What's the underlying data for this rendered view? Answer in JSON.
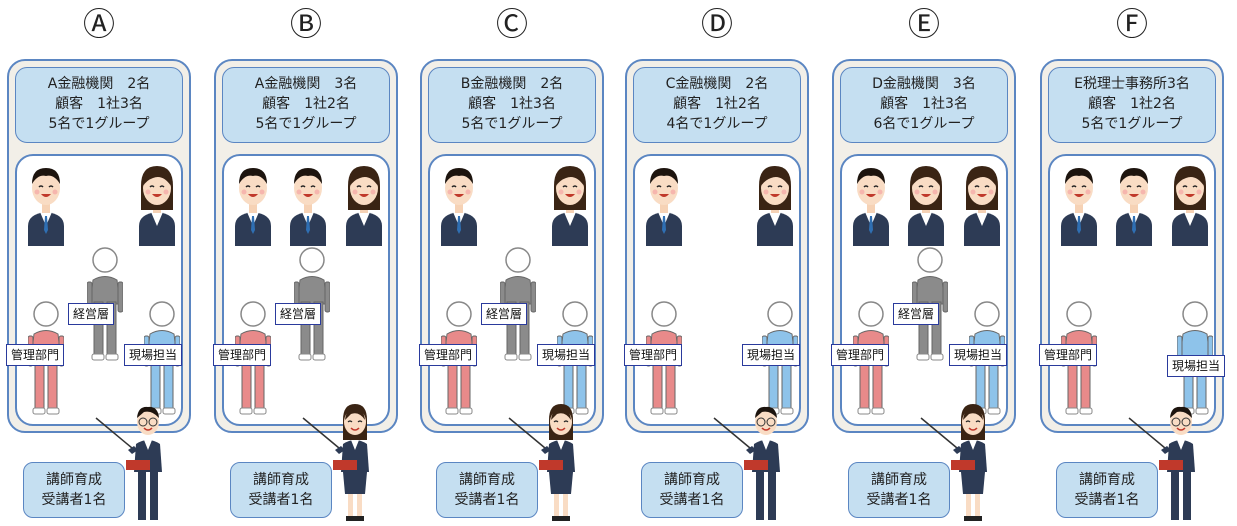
{
  "groups": [
    {
      "letter": "Ⓐ",
      "line1": "A金融機関　2名",
      "line2": "顧客　1社3名",
      "line3": "5名で1グループ",
      "top": [
        "man",
        "empty",
        "woman"
      ],
      "labels": {
        "exec": "経営層",
        "admin": "管理部門",
        "field": "現場担当"
      },
      "lecturer": "man",
      "bottom1": "講師育成",
      "bottom2": "受講者1名"
    },
    {
      "letter": "Ⓑ",
      "line1": "A金融機関　3名",
      "line2": "顧客　1社2名",
      "line3": "5名で1グループ",
      "top": [
        "man",
        "man",
        "woman"
      ],
      "labels": {
        "exec": "経営層",
        "admin": "管理部門",
        "field": ""
      },
      "lecturer": "woman",
      "bottom1": "講師育成",
      "bottom2": "受講者1名"
    },
    {
      "letter": "Ⓒ",
      "line1": "B金融機関　2名",
      "line2": "顧客　1社3名",
      "line3": "5名で1グループ",
      "top": [
        "man",
        "empty",
        "woman"
      ],
      "labels": {
        "exec": "経営層",
        "admin": "管理部門",
        "field": "現場担当"
      },
      "lecturer": "woman",
      "bottom1": "講師育成",
      "bottom2": "受講者1名"
    },
    {
      "letter": "Ⓓ",
      "line1": "C金融機関　2名",
      "line2": "顧客　1社2名",
      "line3": "4名で1グループ",
      "top": [
        "man",
        "empty",
        "woman"
      ],
      "labels": {
        "exec": "",
        "admin": "管理部門",
        "field": "現場担当"
      },
      "lecturer": "man",
      "bottom1": "講師育成",
      "bottom2": "受講者1名"
    },
    {
      "letter": "Ⓔ",
      "line1": "D金融機関　3名",
      "line2": "顧客　1社3名",
      "line3": "6名で1グループ",
      "top": [
        "man",
        "woman",
        "woman"
      ],
      "labels": {
        "exec": "経営層",
        "admin": "管理部門",
        "field": "現場担当"
      },
      "lecturer": "woman",
      "bottom1": "講師育成",
      "bottom2": "受講者1名"
    },
    {
      "letter": "Ⓕ",
      "line1": "E税理士事務所3名",
      "line2": "顧客　1社2名",
      "line3": "5名で1グループ",
      "top": [
        "man",
        "man",
        "woman"
      ],
      "labels": {
        "exec": "",
        "admin": "管理部門",
        "field": "現場担当"
      },
      "lecturer": "man",
      "bottom1": "講師育成",
      "bottom2": "受講者1名"
    }
  ],
  "colors": {
    "border": "#5b86c2",
    "panel": "#c5dff1",
    "outer": "#f2efe8",
    "suit": "#2d3b55",
    "admin": "#e88a8a",
    "field": "#8ec3ea",
    "exec": "#8b8b8b"
  }
}
